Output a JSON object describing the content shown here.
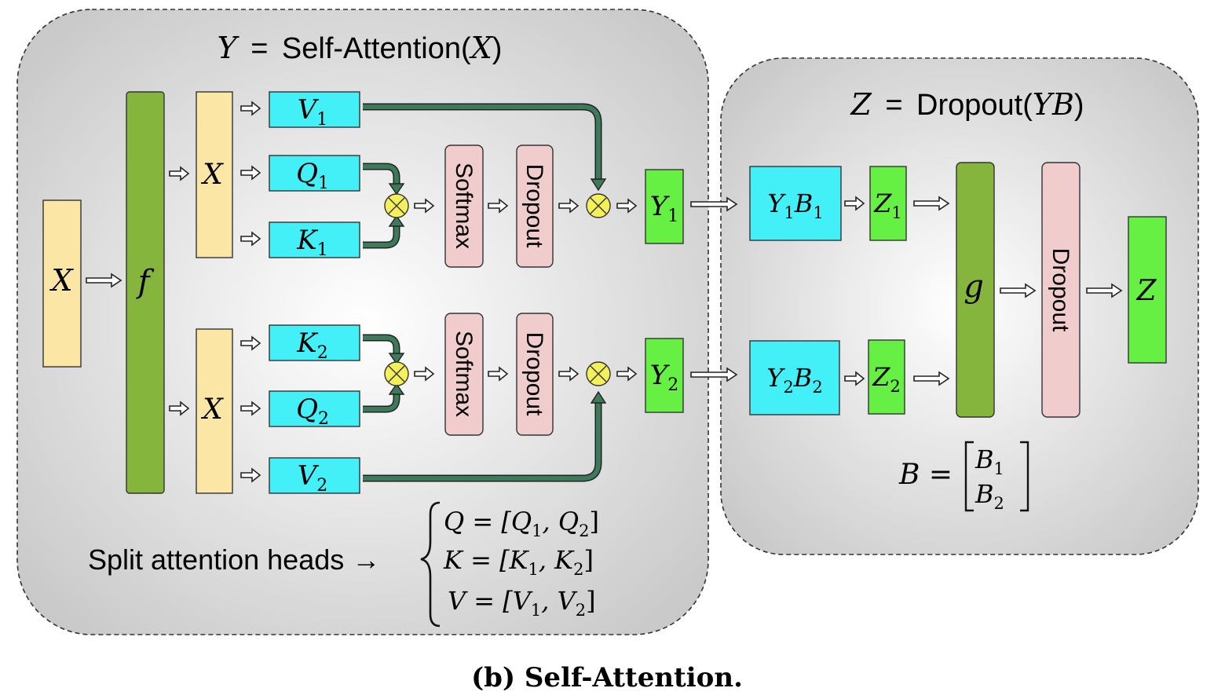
{
  "panel_left": {
    "title_lhs": "Y",
    "title_eq": "=",
    "title_func": "Self-Attention(",
    "title_arg": "X",
    "title_close": ")"
  },
  "panel_right": {
    "title_lhs": "Z",
    "title_eq": "=",
    "title_func": "Dropout(",
    "title_arg": "YB",
    "title_close": ")"
  },
  "nodes": {
    "input_x": "X",
    "f": "f",
    "x_head1": "X",
    "x_head2": "X",
    "v": "V",
    "q": "Q",
    "k": "K",
    "sub1": "1",
    "sub2": "2",
    "softmax": "Softmax",
    "dropout": "Dropout",
    "y": "Y",
    "z": "Z",
    "b": "B",
    "g": "g",
    "z_out": "Z"
  },
  "split": {
    "label": "Split attention heads →",
    "q_eq": "Q = [Q",
    "k_eq": "K = [K",
    "v_eq": "V = [V",
    "q2": ", Q",
    "k2": ", K",
    "v2": ", V",
    "close": "]"
  },
  "bmatrix": {
    "lhs": "B =",
    "b": "B"
  },
  "caption": "(b) Self-Attention.",
  "colors": {
    "input_fill": "#fbe6a6",
    "f_fill": "#86b53e",
    "cyan_fill": "#44f0f8",
    "pink_fill": "#f0cccc",
    "green_fill": "#66f043",
    "mult_fill": "#f3f05a",
    "arrow_dark": "#3d7a5a"
  }
}
